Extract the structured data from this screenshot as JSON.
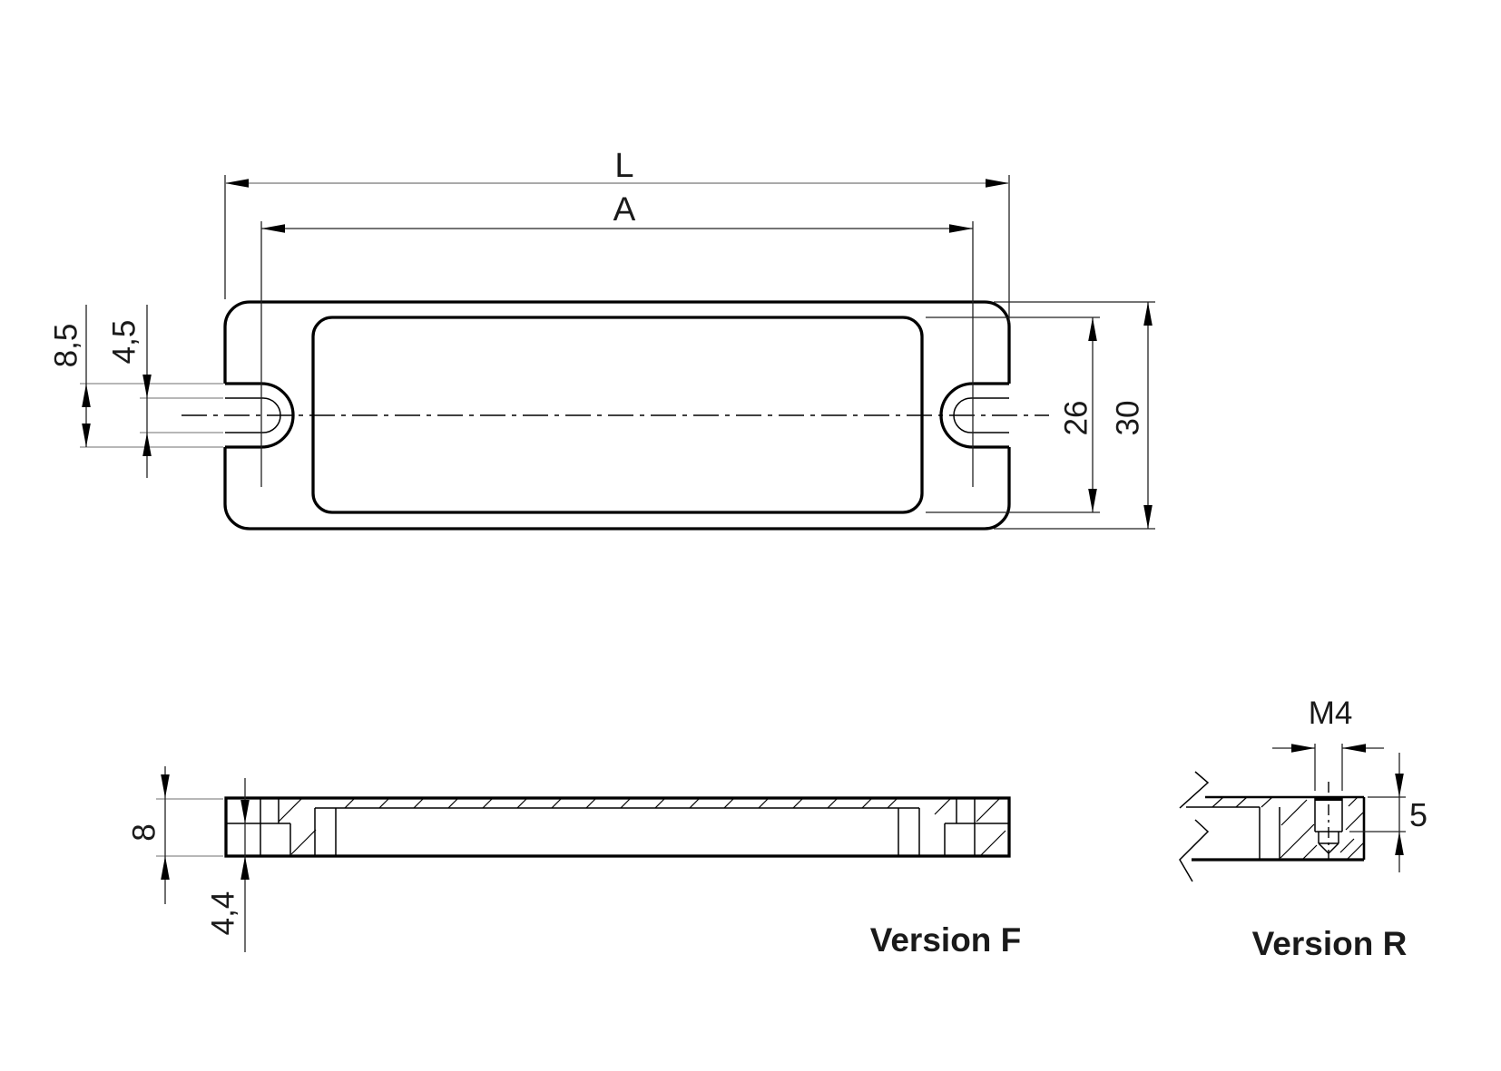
{
  "top_view": {
    "dim_length": "L",
    "dim_hole_distance": "A",
    "dim_slot_width_outer": "8,5",
    "dim_slot_width_inner": "4,5",
    "dim_recess_height": "26",
    "dim_overall_height": "30"
  },
  "section_view": {
    "caption": "Version F",
    "dim_thickness": "8",
    "dim_base_thickness": "4,4"
  },
  "detail_view": {
    "caption": "Version R",
    "dim_thread": "M4",
    "dim_thread_depth": "5"
  },
  "colors": {
    "edge": "#000000",
    "dimension_line": "#222222",
    "extension_line": "#8c8c8c",
    "background": "#ffffff",
    "text": "#1a1a1a"
  }
}
